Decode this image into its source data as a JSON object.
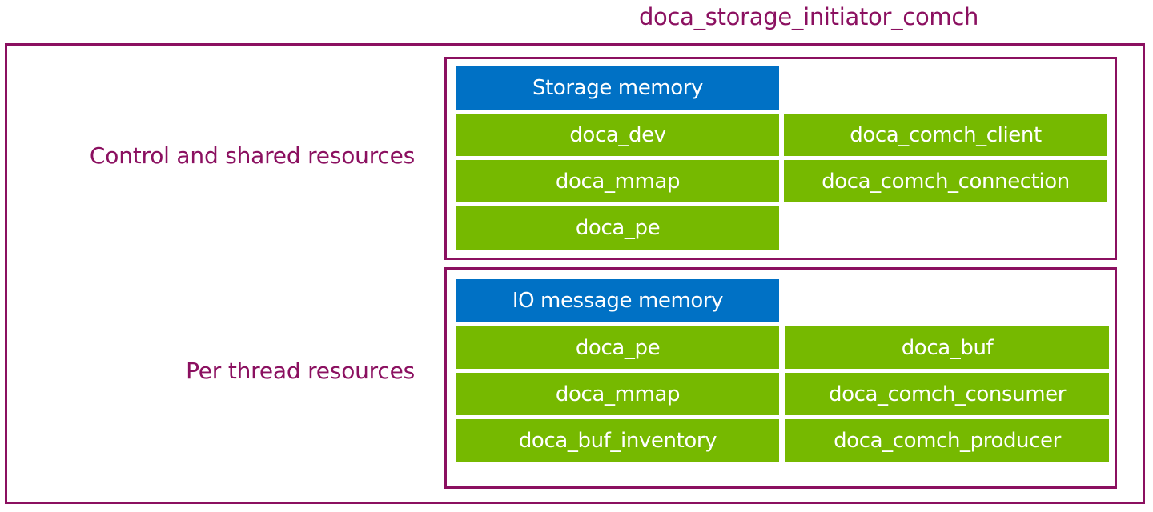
{
  "title": "doca_storage_initiator_comch",
  "colors": {
    "frame": "#8b1060",
    "memory": "#0071c5",
    "resource": "#76b900"
  },
  "groups": [
    {
      "label": "Control and shared resources",
      "memory": "Storage memory",
      "left_column": [
        "doca_dev",
        "doca_mmap",
        "doca_pe"
      ],
      "right_column": [
        "doca_comch_client",
        "doca_comch_connection"
      ]
    },
    {
      "label": "Per thread resources",
      "memory": "IO message memory",
      "left_column": [
        "doca_pe",
        "doca_mmap",
        "doca_buf_inventory"
      ],
      "right_column": [
        "doca_buf",
        "doca_comch_consumer",
        "doca_comch_producer"
      ]
    }
  ]
}
